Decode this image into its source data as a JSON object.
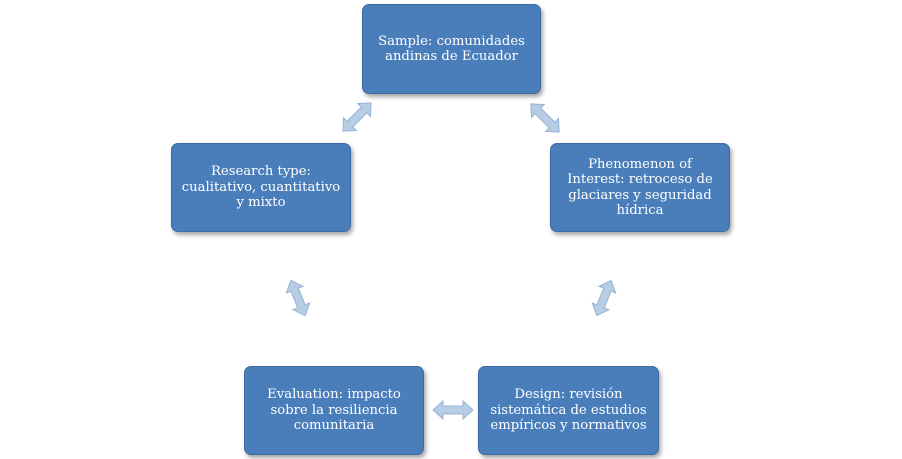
{
  "nodes": {
    "sample": {
      "lines": [
        "Sample: comunidades",
        "andinas de Ecuador"
      ]
    },
    "phenomenon": {
      "lines": [
        "Phenomenon of",
        "Interest: retroceso de",
        "glaciares y seguridad",
        "hídrica"
      ]
    },
    "design": {
      "lines": [
        "Design: revisión",
        "sistemática de estudios",
        "empíricos y normativos"
      ]
    },
    "evaluation": {
      "lines": [
        "Evaluation: impacto",
        "sobre la resiliencia",
        "comunitaria"
      ]
    },
    "research_type": {
      "lines": [
        "Research type:",
        "cualitativo, cuantitativo",
        "y mixto"
      ]
    }
  },
  "colors": {
    "node_fill": "#4a7ebb",
    "node_text": "#ffffff",
    "arrow_fill": "#b8cce4",
    "arrow_stroke": "#95b3d7"
  }
}
